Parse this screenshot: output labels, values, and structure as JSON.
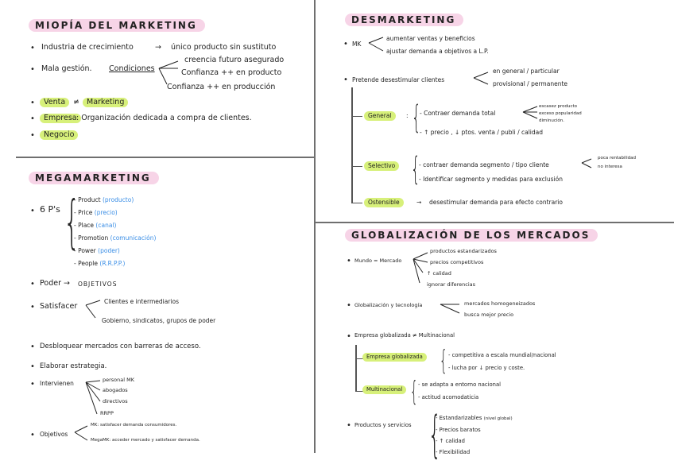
{
  "colors": {
    "title_highlight": "#f7d4e7",
    "keyword_highlight": "#d7f07a",
    "annotation_blue": "#3a8ee6",
    "divider": "#6f6f6f"
  },
  "miopia": {
    "title": "MIOPÍA DEL MARKETING",
    "industria": {
      "label": "Industria de crecimiento",
      "arrow": "→",
      "result": "único producto sin sustituto"
    },
    "mala_gestion": {
      "label": "Mala gestión.",
      "condiciones": "Condiciones",
      "items": [
        "creencia futuro asegurado",
        "Confianza ++ en producto",
        "Confianza ++ en producción"
      ]
    },
    "venta": {
      "a": "Venta",
      "neq": "≠",
      "b": "Marketing"
    },
    "empresa": {
      "term": "Empresa",
      "def": ": Organización dedicada a compra de clientes."
    },
    "negocio": "Negocio"
  },
  "megamarketing": {
    "title": "MEGAMARKETING",
    "six_ps": {
      "label": "6 P's",
      "items": [
        {
          "en": "- Product",
          "es": "(producto)"
        },
        {
          "en": "- Price",
          "es": "(precio)"
        },
        {
          "en": "- Place",
          "es": "(canal)"
        },
        {
          "en": "- Promotion",
          "es": "(comunicación)"
        },
        {
          "en": "- Power",
          "es": "(poder)"
        },
        {
          "en": "- People",
          "es": "(R.R.P.P.)"
        }
      ]
    },
    "poder": {
      "label": "Poder",
      "arrow": "→",
      "result": "OBJETIVOS"
    },
    "satisfacer": {
      "label": "Satisfacer",
      "items": [
        "Clientes e intermediarios",
        "Gobierno, sindicatos, grupos de poder"
      ]
    },
    "desbloquear": "Desbloquear mercados con barreras de acceso.",
    "elaborar": "Elaborar estrategia.",
    "intervienen": {
      "label": "Intervienen",
      "items": [
        "personal MK",
        "abogados",
        "directivos",
        "RRPP"
      ]
    },
    "objetivos": {
      "label": "Objetivos",
      "items": [
        "MK: satisfacer demanda consumidores.",
        "MegaMK: acceder mercado y satisfacer demanda."
      ]
    }
  },
  "desmarketing": {
    "title": "DESMARKETING",
    "mk": {
      "label": "MK",
      "items": [
        "aumentar ventas y beneficios",
        "ajustar demanda a objetivos a L.P."
      ]
    },
    "pretende": {
      "label": "Pretende desestimular clientes",
      "items": [
        "en general / particular",
        "provisional / permanente"
      ]
    },
    "general": {
      "label": "General",
      "items": [
        "- Contraer demanda total",
        "- ↑ precio , ↓ ptos. venta / publi / calidad"
      ],
      "sub": [
        "escasez producto",
        "exceso popularidad",
        "diminución."
      ]
    },
    "selectivo": {
      "label": "Selectivo",
      "items": [
        "- contraer demanda segmento / tipo cliente",
        "- Identificar segmento y medidas para exclusión"
      ],
      "sub": [
        "poca rentabilidad",
        "no interesa"
      ]
    },
    "ostensible": {
      "label": "Ostensible",
      "arrow": "→",
      "text": "desestimular demanda para efecto contrario"
    }
  },
  "globalizacion": {
    "title": "GLOBALIZACIÓN DE LOS MERCADOS",
    "mundo": {
      "label": "Mundo = Mercado",
      "items": [
        "productos estandarizados",
        "precios competitivos",
        "↑ calidad",
        "ignorar diferencias"
      ]
    },
    "glob_tec": {
      "label": "Globalización y tecnología",
      "items": [
        "mercados homogeneizados",
        "busca mejor precio"
      ]
    },
    "empresa_vs": {
      "label": "Empresa globalizada ≠ Multinacional"
    },
    "empresa_glob": {
      "label": "Empresa globalizada",
      "items": [
        "- competitiva a escala mundial/nacional",
        "- lucha por ↓ precio y coste."
      ]
    },
    "multinacional": {
      "label": "Multinacional",
      "items": [
        "- se adapta a entorno nacional",
        "- actitud acomodaticia"
      ]
    },
    "productos": {
      "label": "Productos y servicios",
      "items": [
        "- Estandarizables",
        "- Precios baratos",
        "- ↑ calidad",
        "- Flexibilidad"
      ],
      "note": "(nivel global)"
    }
  }
}
